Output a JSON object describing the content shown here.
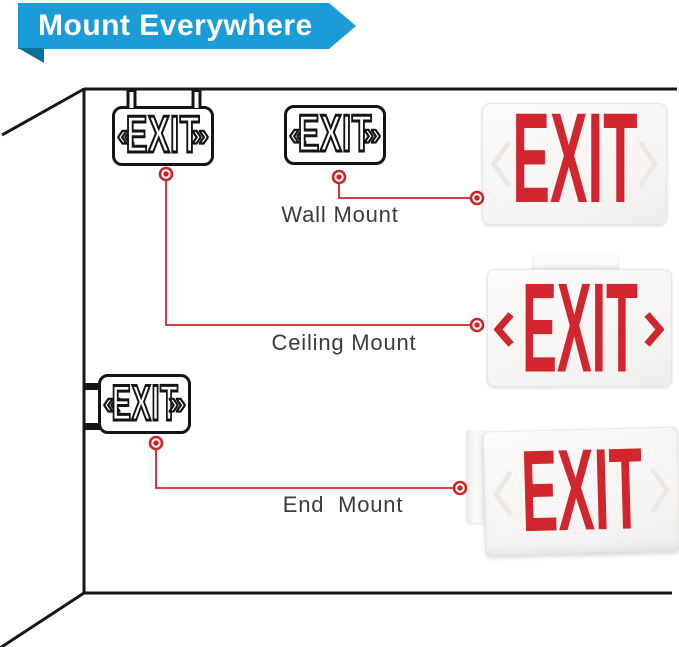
{
  "banner": {
    "title": "Mount Everywhere"
  },
  "colors": {
    "banner_blue": "#1b9bd7",
    "banner_fold_blue": "#0e6e9e",
    "connector_red": "#c9252b",
    "exit_red": "#d2262e",
    "sketch_stroke": "#141414",
    "label_gray": "#3b3b3b"
  },
  "sketch": {
    "exit_text": "EXIT",
    "left_chevron": "«",
    "right_chevron": "»"
  },
  "mount_labels": {
    "wall": "Wall Mount",
    "ceiling": "Ceiling Mount",
    "end": "End  Mount"
  },
  "products": {
    "wall": {
      "exit_text": "EXIT"
    },
    "ceiling": {
      "exit_text": "EXIT"
    },
    "end": {
      "exit_text": "EXIT"
    }
  }
}
